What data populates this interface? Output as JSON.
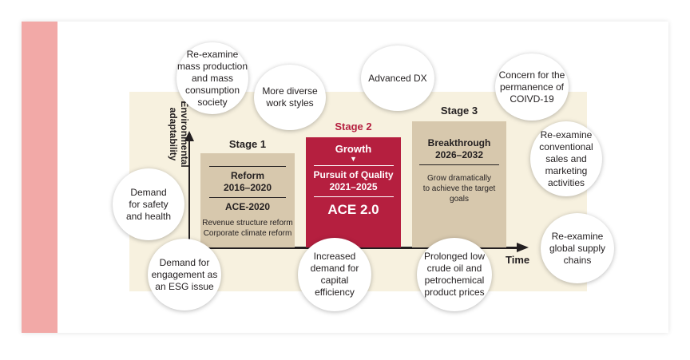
{
  "colors": {
    "accent_strip": "#f2a9a7",
    "panel_beige": "#f7f1df",
    "stage_tan": "#d7c8ad",
    "stage_red": "#b51f3f",
    "stage2_title": "#b51f3f",
    "text": "#231f20"
  },
  "axes": {
    "y_label": "Environmental adaptability",
    "x_label": "Time"
  },
  "stages": [
    {
      "title": "Stage 1",
      "name": "Reform",
      "years": "2016–2020",
      "plan": "ACE-2020",
      "notes": [
        "Revenue structure reform",
        "Corporate climate reform"
      ]
    },
    {
      "title": "Stage 2",
      "name": "Growth",
      "arrow": "▼",
      "subname": "Pursuit of Quality",
      "years": "2021–2025",
      "plan": "ACE 2.0"
    },
    {
      "title": "Stage 3",
      "name": "Breakthrough",
      "years": "2026–2032",
      "notes": [
        "Grow dramatically",
        "to achieve the target",
        "goals"
      ]
    }
  ],
  "bubbles": [
    {
      "lines": [
        "Re-examine",
        "mass production",
        "and mass",
        "consumption",
        "society"
      ]
    },
    {
      "lines": [
        "More diverse",
        "work styles"
      ]
    },
    {
      "lines": [
        "Advanced DX"
      ]
    },
    {
      "lines": [
        "Concern for the",
        "permanence of",
        "COIVD-19"
      ]
    },
    {
      "lines": [
        "Re-examine",
        "conventional",
        "sales and",
        "marketing",
        "activities"
      ]
    },
    {
      "lines": [
        "Demand",
        "for safety",
        "and health"
      ]
    },
    {
      "lines": [
        "Demand for",
        "engagement as",
        "an ESG issue"
      ]
    },
    {
      "lines": [
        "Increased",
        "demand for",
        "capital",
        "efficiency"
      ]
    },
    {
      "lines": [
        "Prolonged low",
        "crude oil and",
        "petrochemical",
        "product prices"
      ]
    },
    {
      "lines": [
        "Re-examine",
        "global supply",
        "chains"
      ]
    }
  ]
}
